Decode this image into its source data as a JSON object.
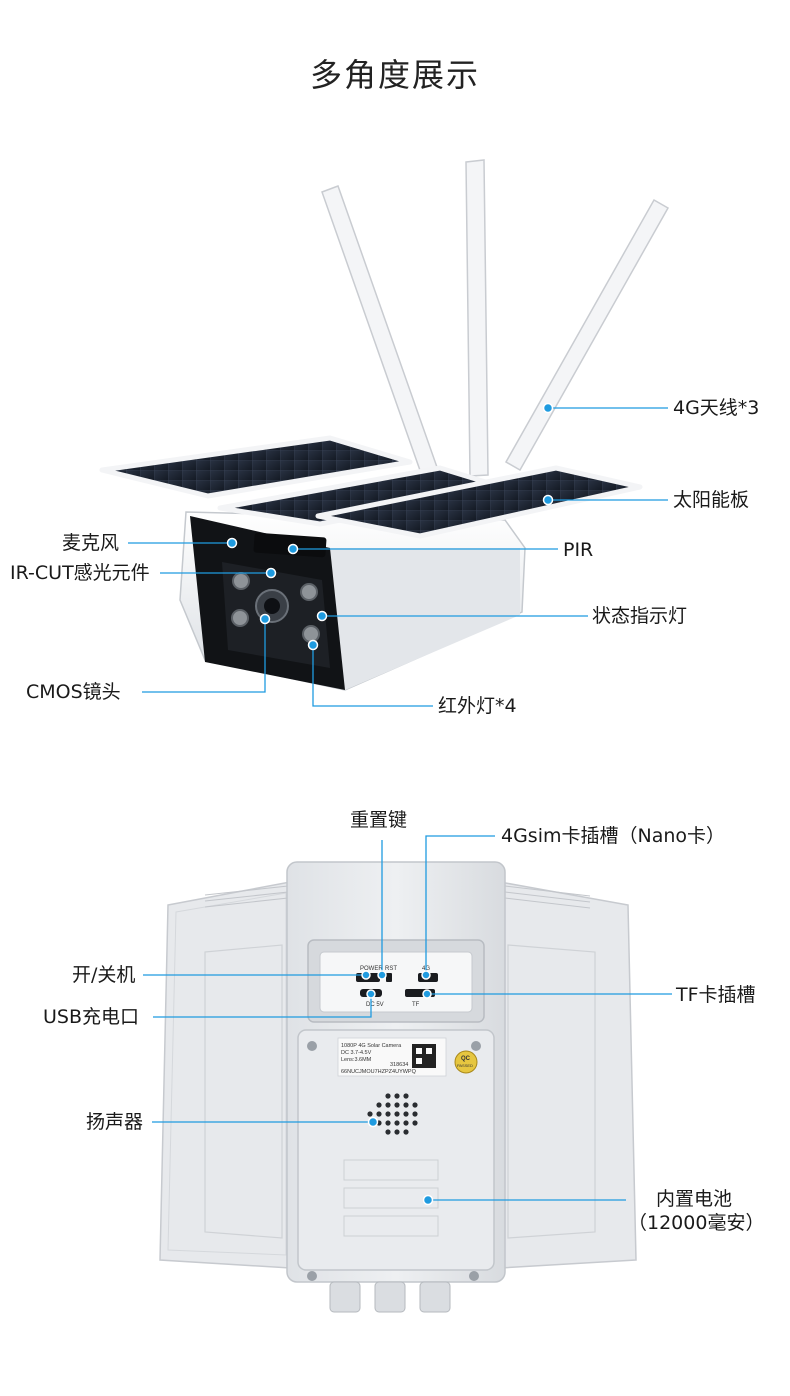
{
  "title": "多角度展示",
  "front_view": {
    "labels": {
      "antenna": "4G天线*3",
      "solar_panel": "太阳能板",
      "pir": "PIR",
      "status_light": "状态指示灯",
      "ir_light": "红外灯*4",
      "cmos_lens": "CMOS镜头",
      "ir_cut": "IR-CUT感光元件",
      "microphone": "麦克风"
    }
  },
  "back_view": {
    "labels": {
      "reset_key": "重置键",
      "sim_slot": "4Gsim卡插槽（Nano卡）",
      "tf_slot": "TF卡插槽",
      "power_switch": "开/关机",
      "usb_port": "USB充电口",
      "speaker": "扬声器",
      "battery_line1": "内置电池",
      "battery_line2": "（12000毫安）"
    },
    "port_panel": {
      "power": "POWER",
      "rst": "RST",
      "4g": "4G",
      "dc5v": "DC 5V",
      "tf": "TF"
    },
    "sticker": {
      "line1": "1080P 4G Solar Camera",
      "line2": "DC 3.7-4.5V",
      "line3": "Lens:3.6MM",
      "serial": "318634",
      "uid": "66NUCJMOU7HZPZ4UYWPQ",
      "qc": "QC",
      "qc_sub": "PASSED"
    }
  },
  "colors": {
    "accent": "#1f9be0",
    "solar_panel": "#1b2230",
    "housing": "#eef0f2"
  }
}
